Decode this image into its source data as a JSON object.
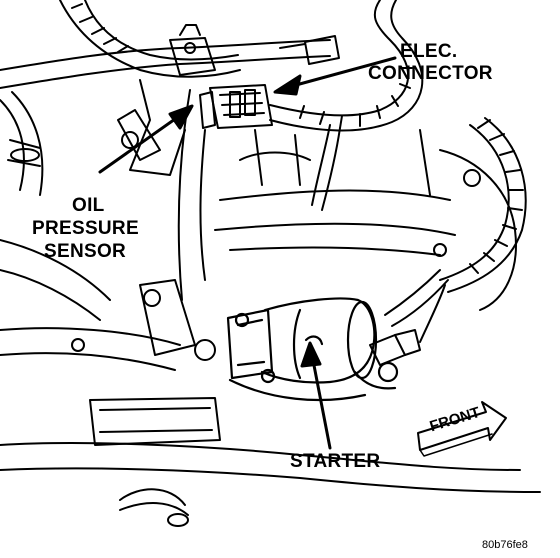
{
  "labels": {
    "elec_connector": [
      "ELEC.",
      "CONNECTOR"
    ],
    "oil_pressure_sensor": [
      "OIL",
      "PRESSURE",
      "SENSOR"
    ],
    "starter": "STARTER",
    "front": "FRONT",
    "figure_id": "80b76fe8"
  },
  "colors": {
    "ink": "#000000",
    "background": "#ffffff"
  }
}
